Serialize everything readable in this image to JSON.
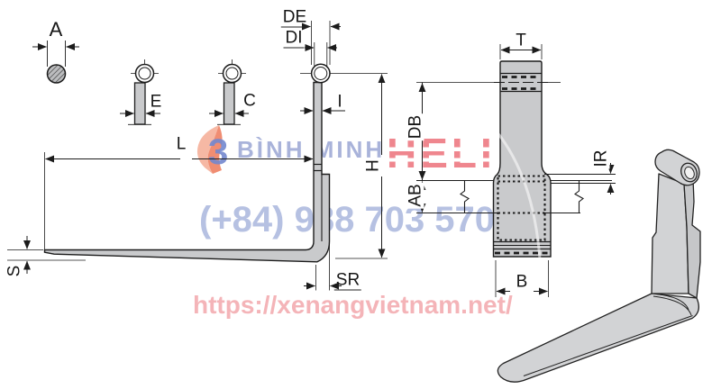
{
  "watermarks": {
    "logo_glyph": "3",
    "brand_left": "BÌNH MINH",
    "brand_right": "HELI",
    "phone": "(+84) 988 703 570",
    "url": "https://xenangvietnam.net/"
  },
  "labels": {
    "A": "A",
    "DE": "DE",
    "DI": "DI",
    "E": "E",
    "C": "C",
    "I": "I",
    "L": "L",
    "H": "H",
    "S": "S",
    "SR": "SR",
    "T": "T",
    "DB": "DB",
    "AB": "AB",
    "IR": "IR",
    "B": "B"
  },
  "colors": {
    "line": "#1c1c1c",
    "part_fill": "#c9cacc",
    "part_fill_3d": "#d2d3d5",
    "watermark_blue": "#a9b3da",
    "watermark_phone_blue": "#b6c1e2",
    "watermark_red": "#ef868e",
    "watermark_url_pink": "#f4b4b8",
    "logo_orange": "#ee7d5f",
    "logo_salmon": "#f5b29c",
    "logo_blue": "#7388cf"
  }
}
